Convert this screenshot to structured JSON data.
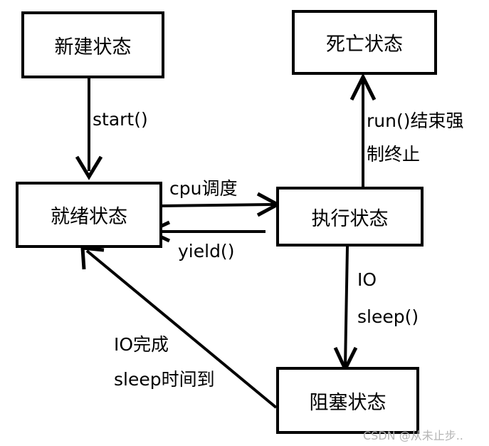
{
  "states": {
    "new": "新建状态",
    "dead": "死亡状态",
    "ready": "就绪状态",
    "running": "执行状态",
    "blocked": "阻塞状态"
  },
  "transitions": {
    "start": "start()",
    "end_line1": "run()结束强",
    "end_line2": "制终止",
    "schedule": "cpu调度",
    "yield": "yield()",
    "io": "IO",
    "sleep": "sleep()",
    "wake_line1": "IO完成",
    "wake_line2": "sleep时间到"
  },
  "watermark": "CSDN @从未止步.."
}
